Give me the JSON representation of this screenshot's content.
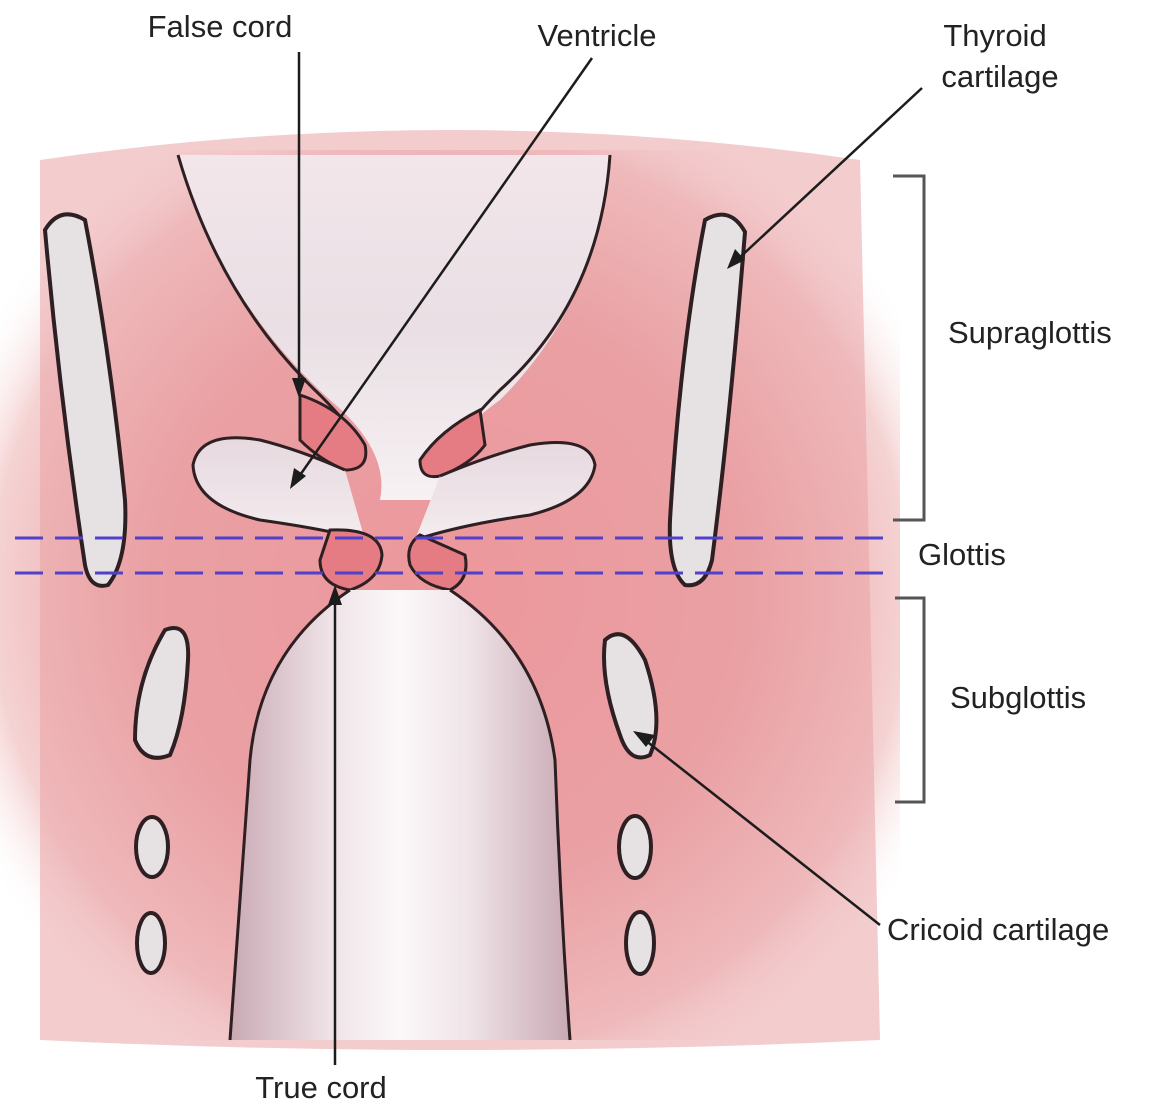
{
  "labels": {
    "false_cord": "False cord",
    "ventricle": "Ventricle",
    "thyroid_line1": "Thyroid",
    "thyroid_line2": "cartilage",
    "supraglottis": "Supraglottis",
    "glottis": "Glottis",
    "subglottis": "Subglottis",
    "cricoid": "Cricoid cartilage",
    "true_cord": "True cord"
  },
  "colors": {
    "tissue": "#e8a3a6",
    "tissue_deep": "#e57c84",
    "lumen": "#f4eef2",
    "cartilage": "#e6e2e4",
    "outline": "#2e1f22",
    "glottis_dash": "#5140c9",
    "leader": "#1c1c1c",
    "bracket": "#555555",
    "text": "#222222"
  }
}
